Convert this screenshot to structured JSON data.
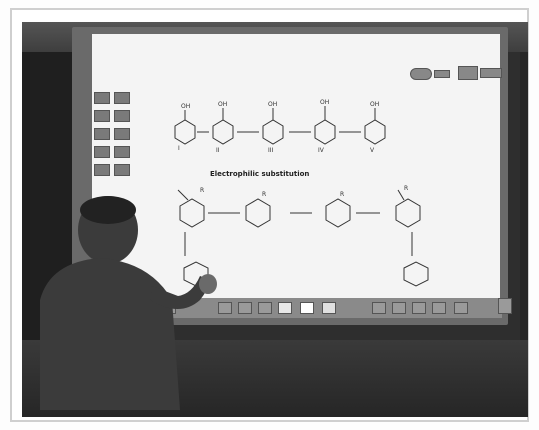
{
  "board": {
    "heading": "Electrophilic substitution",
    "structure_labels": [
      "I",
      "II",
      "III",
      "IV",
      "V"
    ],
    "top_substituents": [
      "OH",
      "OH",
      "OH",
      "OH",
      "OH"
    ],
    "bottom_substituents": [
      "R",
      "R",
      "R",
      "R"
    ]
  },
  "colors": {
    "board": "#f4f4f4",
    "frame": "#6a6a6a",
    "wall": "#2e2e2e"
  },
  "icons": {
    "palette": "toolbox-icon",
    "page_tools": "pen-tool-icon",
    "trash": "trash-icon"
  }
}
